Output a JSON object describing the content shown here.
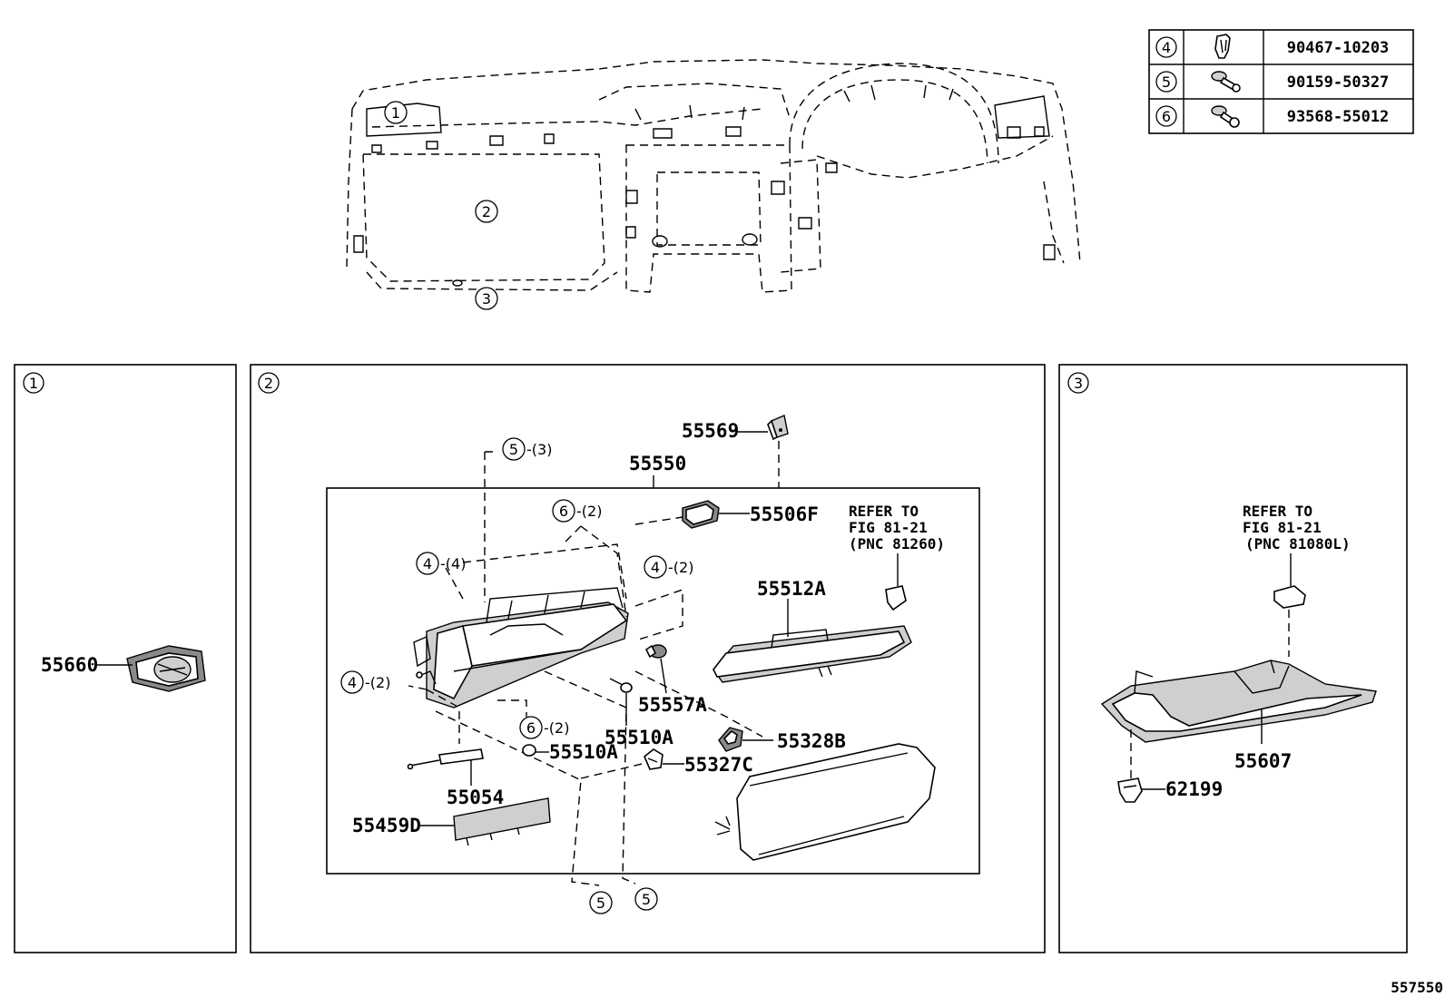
{
  "diagram_id": "557550",
  "fastener_table": [
    {
      "ref": "4",
      "part_no": "90467-10203"
    },
    {
      "ref": "5",
      "part_no": "90159-50327"
    },
    {
      "ref": "6",
      "part_no": "93568-55012"
    }
  ],
  "overview": {
    "callouts": [
      "1",
      "2",
      "3"
    ]
  },
  "panel_1": {
    "number": "1",
    "parts": [
      "55660"
    ]
  },
  "panel_2": {
    "number": "2",
    "assembly": "55550",
    "parts": [
      "55569",
      "55506F",
      "55512A",
      "55557A",
      "55510A",
      "55510A",
      "55328B",
      "55327C",
      "55054",
      "55459D"
    ],
    "refer_lines": [
      "REFER TO",
      "FIG 81-21",
      "(PNC 81260)"
    ],
    "callouts": [
      {
        "ref": "5",
        "qty": "-(3)"
      },
      {
        "ref": "6",
        "qty": "-(2)"
      },
      {
        "ref": "4",
        "qty": "-(4)"
      },
      {
        "ref": "4",
        "qty": "-(2)"
      },
      {
        "ref": "4",
        "qty": "-(2)"
      },
      {
        "ref": "6",
        "qty": "-(2)"
      },
      {
        "ref": "5",
        "qty": ""
      },
      {
        "ref": "5",
        "qty": ""
      }
    ]
  },
  "panel_3": {
    "number": "3",
    "parts": [
      "55607",
      "62199"
    ],
    "refer_lines": [
      "REFER TO",
      "FIG 81-21",
      "(PNC 81080L)"
    ]
  }
}
